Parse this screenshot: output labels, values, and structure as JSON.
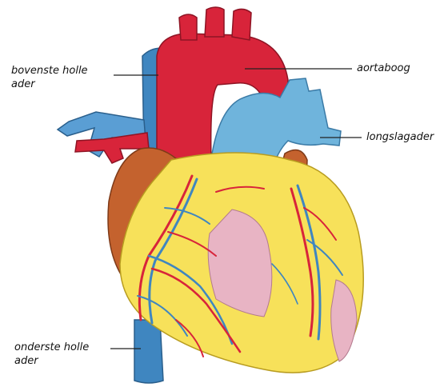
{
  "labels": {
    "superior_vena_cava": "bovenste holle\nader",
    "aortic_arch": "aortaboog",
    "pulmonary_artery": "longslagader",
    "inferior_vena_cava": "onderste holle\nader"
  },
  "colors": {
    "artery_red": "#d8243a",
    "vein_blue": "#3f86c0",
    "pulmonary_blue": "#6fb4dc",
    "fat_yellow": "#f7e15a",
    "atrium_brown": "#c4622e",
    "muscle_pink": "#e8b4c4",
    "label_text": "#111111"
  }
}
